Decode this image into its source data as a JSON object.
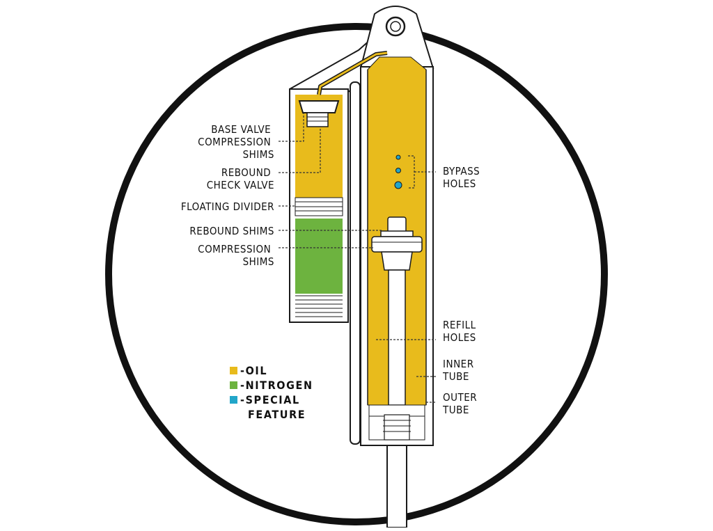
{
  "colors": {
    "oil": "#E8BB1C",
    "nitrogen": "#6DB33F",
    "special_feature": "#22A6C9",
    "outline": "#1A1A1A",
    "body": "#FFFFFF"
  },
  "labels": {
    "base_valve_compression_shims": [
      "BASE VALVE",
      "COMPRESSION",
      "SHIMS"
    ],
    "rebound_check_valve": [
      "REBOUND",
      "CHECK VALVE"
    ],
    "floating_divider": [
      "FLOATING DIVIDER"
    ],
    "rebound_shims": [
      "REBOUND SHIMS"
    ],
    "compression_shims": [
      "COMPRESSION",
      "SHIMS"
    ],
    "bypass_holes": [
      "BYPASS",
      "HOLES"
    ],
    "refill_holes": [
      "REFILL",
      "HOLES"
    ],
    "inner_tube": [
      "INNER",
      "TUBE"
    ],
    "outer_tube": [
      "OUTER",
      "TUBE"
    ]
  },
  "legend": [
    {
      "key": "oil",
      "label": "-OIL",
      "color": "#E8BB1C"
    },
    {
      "key": "nitrogen",
      "label": "-NITROGEN",
      "color": "#6DB33F"
    },
    {
      "key": "special_feature",
      "label": "-SPECIAL",
      "color": "#22A6C9"
    },
    {
      "key": "special_feature_cont",
      "label": "FEATURE",
      "color": null
    }
  ]
}
